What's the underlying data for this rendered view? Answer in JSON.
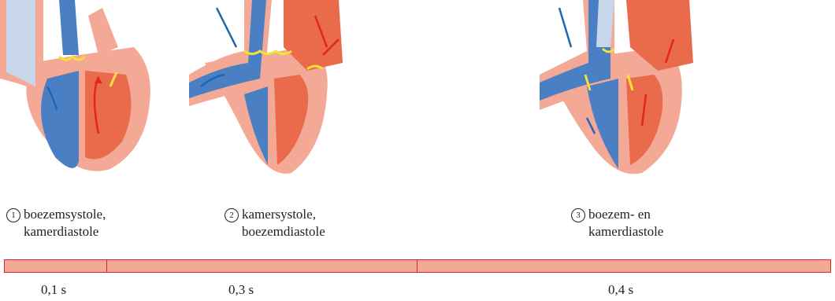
{
  "phases": [
    {
      "number": "1",
      "line1": "boezemsystole,",
      "line2": "kamerdiastole",
      "duration": "0,1 s"
    },
    {
      "number": "2",
      "line1": "kamersystole,",
      "line2": "boezemdiastole",
      "duration": "0,3 s"
    },
    {
      "number": "3",
      "line1": "boezem- en",
      "line2": "kamerdiastole",
      "duration": "0,4 s"
    }
  ],
  "timeline_fractions": [
    0.1,
    0.3,
    0.4
  ],
  "colors": {
    "deoxygenated_blood": "#4a7fc4",
    "oxygenated_blood": "#ea6a4c",
    "heart_wall": "#f4a896",
    "vein_light": "#c8d6ec",
    "valve": "#f2e23a",
    "arrow_red": "#e3251c",
    "arrow_blue": "#1f66b3",
    "timeline_border": "#d8242c"
  },
  "icons": [
    "heart-illustration",
    "flow-arrow",
    "valve"
  ]
}
